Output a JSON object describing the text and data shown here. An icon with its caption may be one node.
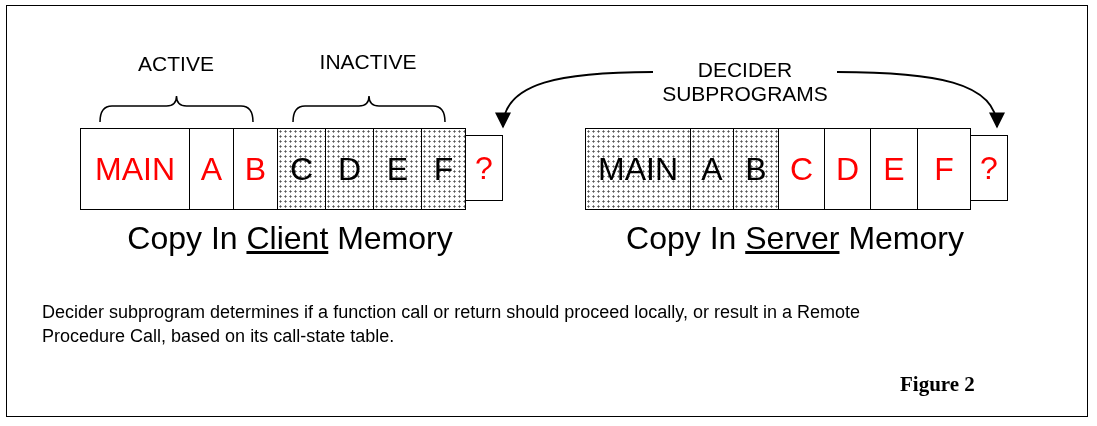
{
  "diagram": {
    "caption": "Figure 2",
    "nodes": [
      {
        "text": [
          "MAIN"
        ]
      },
      {
        "text": [
          "A"
        ]
      },
      {
        "text": [
          "B"
        ]
      },
      {
        "text": [
          "C"
        ]
      },
      {
        "text": [
          "D"
        ]
      },
      {
        "text": [
          "E"
        ]
      },
      {
        "text": [
          "F"
        ]
      },
      {
        "text": [
          "?"
        ]
      },
      {
        "text": [
          "DECIDER SUBPROGRAMS"
        ]
      },
      {
        "text": [
          "MAIN"
        ]
      },
      {
        "text": [
          "A"
        ]
      },
      {
        "text": [
          "B"
        ]
      },
      {
        "text": [
          "C"
        ]
      },
      {
        "text": [
          "D"
        ]
      },
      {
        "text": [
          "E"
        ]
      },
      {
        "text": [
          "F"
        ]
      },
      {
        "text": [
          "?"
        ]
      }
    ],
    "edges": [
      {
        "from": 8,
        "to": 7,
        "arrow": "to"
      },
      {
        "from": 8,
        "to": 16,
        "arrow": "to"
      }
    ],
    "labels": [
      "ACTIVE",
      "INACTIVE",
      "Copy In Client Memory",
      "Copy In Server Memory",
      "Decider subprogram determines if a function call or return should proceed locally, or result in a Remote Procedure Call, based on its call-state table."
    ]
  }
}
